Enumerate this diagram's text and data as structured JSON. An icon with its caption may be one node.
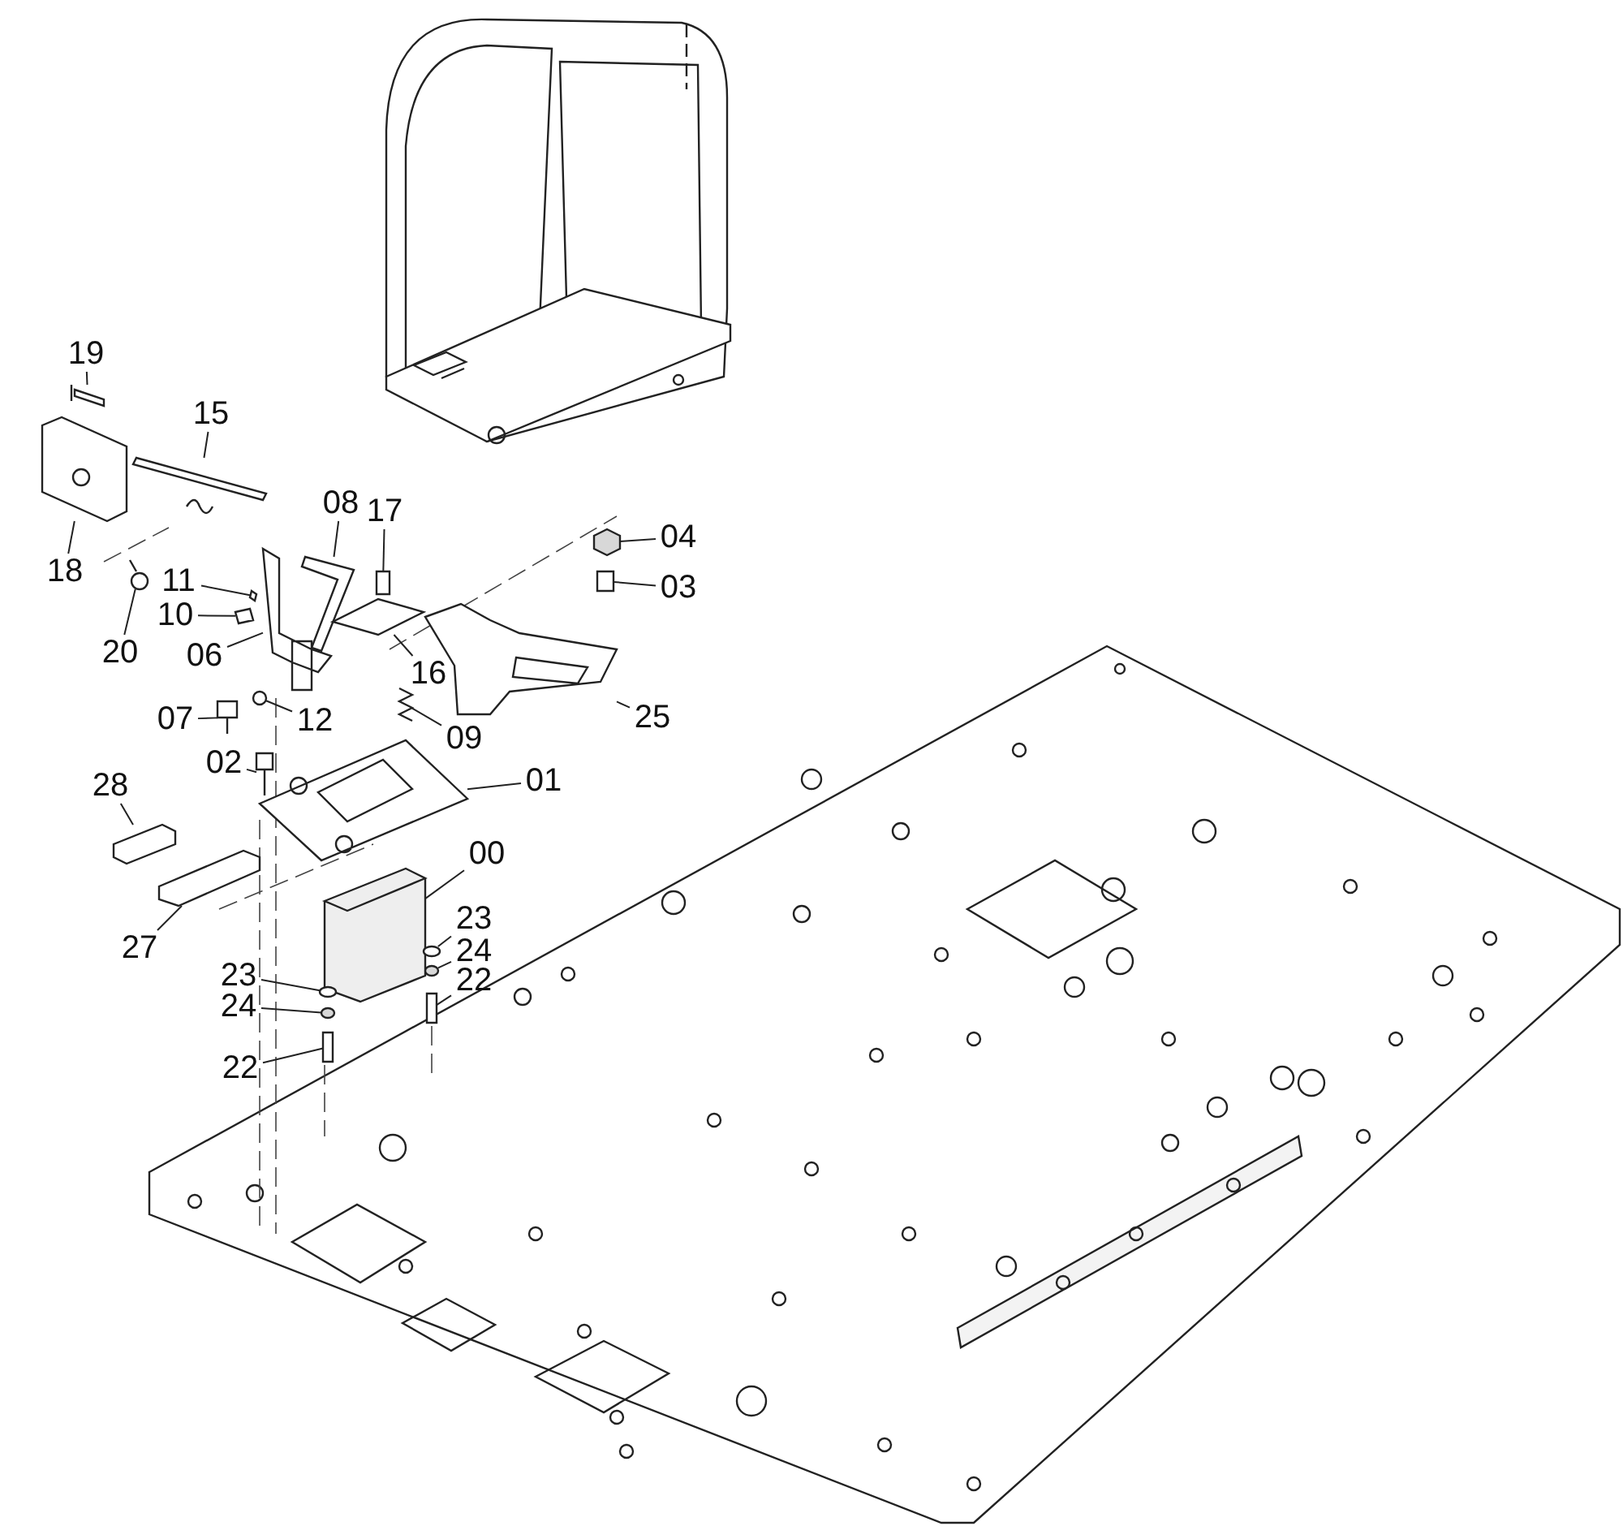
{
  "diagram": {
    "nodes": [
      {
        "text": [
          "19"
        ]
      },
      {
        "text": [
          "15"
        ]
      },
      {
        "text": [
          "18"
        ]
      },
      {
        "text": [
          "20"
        ]
      },
      {
        "text": [
          "08"
        ]
      },
      {
        "text": [
          "17"
        ]
      },
      {
        "text": [
          "04"
        ]
      },
      {
        "text": [
          "03"
        ]
      },
      {
        "text": [
          "11"
        ]
      },
      {
        "text": [
          "10"
        ]
      },
      {
        "text": [
          "06"
        ]
      },
      {
        "text": [
          "16"
        ]
      },
      {
        "text": [
          "09"
        ]
      },
      {
        "text": [
          "25"
        ]
      },
      {
        "text": [
          "07"
        ]
      },
      {
        "text": [
          "12"
        ]
      },
      {
        "text": [
          "02"
        ]
      },
      {
        "text": [
          "01"
        ]
      },
      {
        "text": [
          "28"
        ]
      },
      {
        "text": [
          "27"
        ]
      },
      {
        "text": [
          "00"
        ]
      },
      {
        "text": [
          "23"
        ]
      },
      {
        "text": [
          "24"
        ]
      },
      {
        "text": [
          "22"
        ]
      },
      {
        "text": [
          "23"
        ]
      },
      {
        "text": [
          "24"
        ]
      },
      {
        "text": [
          "22"
        ]
      },
      {
        "text": [],
        "shape": "bolt"
      },
      {
        "text": [],
        "shape": "plate"
      },
      {
        "text": [],
        "shape": "bracket"
      },
      {
        "text": [],
        "shape": "bolt"
      },
      {
        "text": [],
        "shape": "lever"
      },
      {
        "text": [],
        "shape": "bolt"
      },
      {
        "text": [],
        "shape": "nut"
      },
      {
        "text": [],
        "shape": "bolt"
      },
      {
        "text": [],
        "shape": "pin"
      },
      {
        "text": [],
        "shape": "pin"
      },
      {
        "text": [],
        "shape": "lever"
      },
      {
        "text": [],
        "shape": "bracket"
      },
      {
        "text": [],
        "shape": "spring"
      },
      {
        "text": [],
        "shape": "pedal"
      },
      {
        "text": [],
        "shape": "bolt"
      },
      {
        "text": [],
        "shape": "washer"
      },
      {
        "text": [],
        "shape": "bolt"
      },
      {
        "text": [],
        "shape": "plate"
      },
      {
        "text": [],
        "shape": "block"
      },
      {
        "text": [],
        "shape": "block"
      },
      {
        "text": [],
        "shape": "unit"
      },
      {
        "text": [],
        "shape": "washer"
      },
      {
        "text": [],
        "shape": "nut"
      },
      {
        "text": [],
        "shape": "bolt"
      },
      {
        "text": [],
        "shape": "washer"
      },
      {
        "text": [],
        "shape": "nut"
      },
      {
        "text": [],
        "shape": "bolt"
      }
    ],
    "edges": [
      {
        "from": 0,
        "to": 27,
        "arrow": "none"
      },
      {
        "from": 1,
        "to": 28,
        "arrow": "none"
      },
      {
        "from": 2,
        "to": 29,
        "arrow": "none"
      },
      {
        "from": 3,
        "to": 30,
        "arrow": "none"
      },
      {
        "from": 4,
        "to": 31,
        "arrow": "none"
      },
      {
        "from": 5,
        "to": 32,
        "arrow": "none"
      },
      {
        "from": 6,
        "to": 33,
        "arrow": "none"
      },
      {
        "from": 7,
        "to": 34,
        "arrow": "none"
      },
      {
        "from": 8,
        "to": 35,
        "arrow": "none"
      },
      {
        "from": 9,
        "to": 36,
        "arrow": "none"
      },
      {
        "from": 10,
        "to": 37,
        "arrow": "none"
      },
      {
        "from": 11,
        "to": 38,
        "arrow": "none"
      },
      {
        "from": 12,
        "to": 39,
        "arrow": "none"
      },
      {
        "from": 13,
        "to": 40,
        "arrow": "none"
      },
      {
        "from": 14,
        "to": 41,
        "arrow": "none"
      },
      {
        "from": 15,
        "to": 42,
        "arrow": "none"
      },
      {
        "from": 16,
        "to": 43,
        "arrow": "none"
      },
      {
        "from": 17,
        "to": 44,
        "arrow": "none"
      },
      {
        "from": 18,
        "to": 45,
        "arrow": "none"
      },
      {
        "from": 19,
        "to": 46,
        "arrow": "none"
      },
      {
        "from": 20,
        "to": 47,
        "arrow": "none"
      },
      {
        "from": 21,
        "to": 48,
        "arrow": "none"
      },
      {
        "from": 22,
        "to": 49,
        "arrow": "none"
      },
      {
        "from": 23,
        "to": 50,
        "arrow": "none"
      },
      {
        "from": 24,
        "to": 51,
        "arrow": "none"
      },
      {
        "from": 25,
        "to": 52,
        "arrow": "none"
      },
      {
        "from": 26,
        "to": 53,
        "arrow": "none"
      }
    ]
  }
}
